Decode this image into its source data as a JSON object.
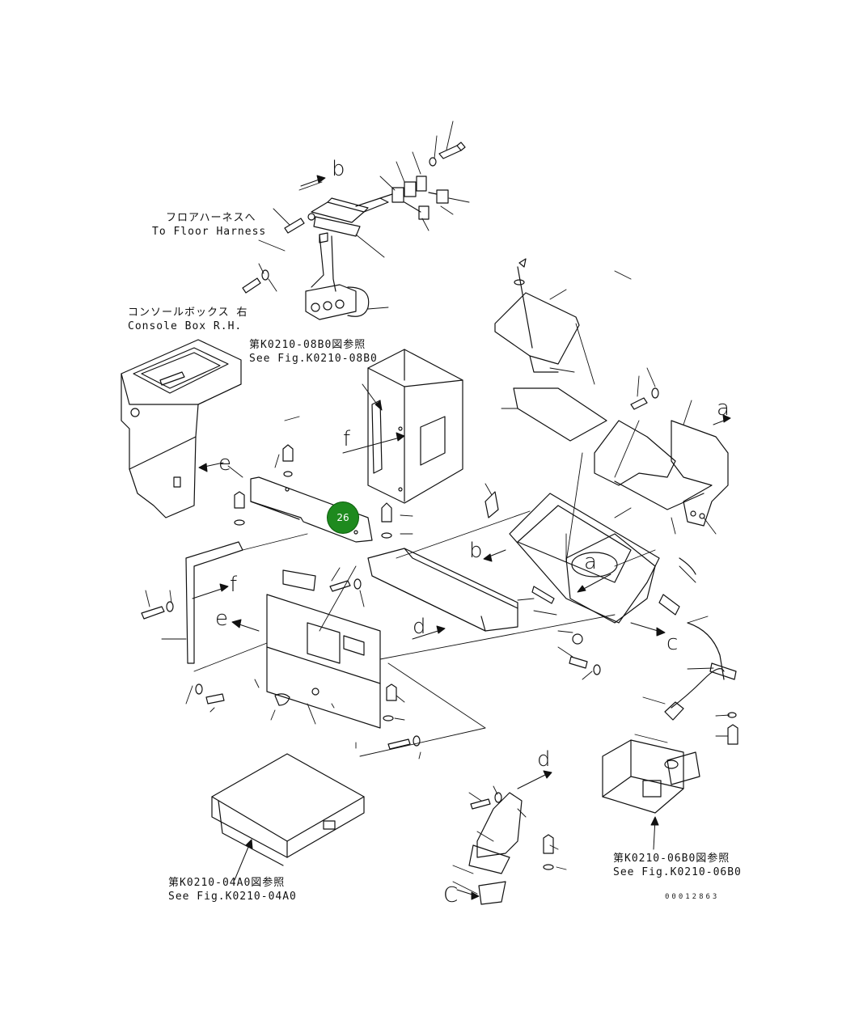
{
  "labels": {
    "floor_harness_jp": "フロアハーネスへ",
    "floor_harness_en": "To Floor Harness",
    "console_box_jp": "コンソールボックス 右",
    "console_box_en": "Console Box R.H.",
    "ref_08b0_jp": "第K0210-08B0図参照",
    "ref_08b0_en": "See Fig.K0210-08B0",
    "ref_04a0_jp": "第K0210-04A0図参照",
    "ref_04a0_en": "See Fig.K0210-04A0",
    "ref_06b0_jp": "第K0210-06B0図参照",
    "ref_06b0_en": "See Fig.K0210-06B0",
    "doc_number": "00012863"
  },
  "callout_letters": {
    "a1": "a",
    "a2": "a",
    "b1": "b",
    "b2": "b",
    "c1": "c",
    "c2": "C",
    "d1": "d",
    "d2": "d",
    "e1": "e",
    "e2": "e",
    "f1": "f",
    "f2": "f"
  },
  "hotspot": {
    "part_number": "26",
    "color": "#1e8a1e"
  }
}
